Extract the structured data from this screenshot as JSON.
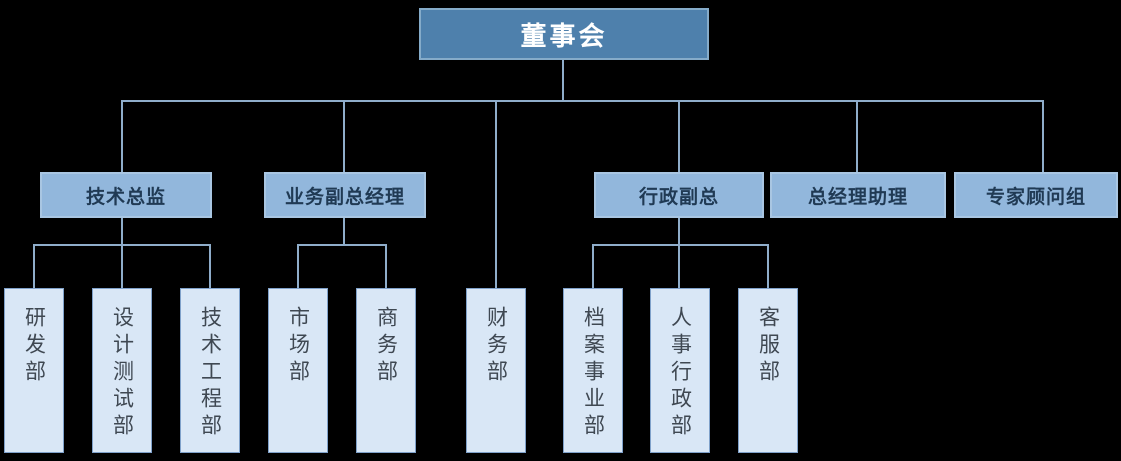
{
  "org": {
    "root": {
      "label": "董事会"
    },
    "managers": [
      {
        "label": "技术总监"
      },
      {
        "label": "业务副总经理"
      },
      {
        "label": "行政副总"
      },
      {
        "label": "总经理助理"
      },
      {
        "label": "专家顾问组"
      }
    ],
    "departments": [
      {
        "label": "研发部",
        "reports_to": "技术总监"
      },
      {
        "label": "设计测试部",
        "reports_to": "技术总监"
      },
      {
        "label": "技术工程部",
        "reports_to": "技术总监"
      },
      {
        "label": "市场部",
        "reports_to": "业务副总经理"
      },
      {
        "label": "商务部",
        "reports_to": "业务副总经理"
      },
      {
        "label": "财务部",
        "reports_to": "董事会"
      },
      {
        "label": "档案事业部",
        "reports_to": "行政副总"
      },
      {
        "label": "人事行政部",
        "reports_to": "行政副总"
      },
      {
        "label": "客服部",
        "reports_to": "行政副总"
      }
    ],
    "colors": {
      "background": "#000000",
      "level1_fill": "#4e80ac",
      "level1_border": "#85abc9",
      "level1_text": "#ffffff",
      "level2_fill": "#92b7dc",
      "level2_border": "#a9c6e2",
      "level2_text": "#203a54",
      "level3_fill": "#d9e7f6",
      "level3_border": "#7fa1ca",
      "level3_text": "#3f4852",
      "connector": "#8fadca"
    }
  }
}
